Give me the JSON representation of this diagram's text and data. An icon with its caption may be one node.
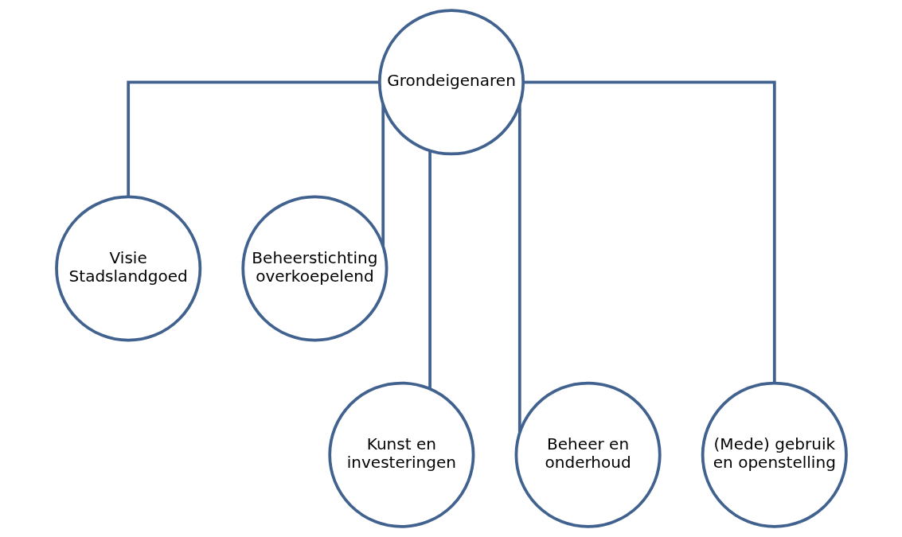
{
  "diagram": {
    "nodes": [
      {
        "text": [
          "Grondeigenaren"
        ]
      },
      {
        "text": [
          "Visie Stadslandgoed"
        ]
      },
      {
        "text": [
          "Beheerstichting overkoepelend"
        ]
      },
      {
        "text": [
          "Kunst en investeringen"
        ]
      },
      {
        "text": [
          "Beheer en onderhoud"
        ]
      },
      {
        "text": [
          "(Mede) gebruik en openstelling"
        ]
      }
    ],
    "edges": [
      {
        "from": 0,
        "to": 1,
        "arrow": "none"
      },
      {
        "from": 0,
        "to": 2,
        "arrow": "none"
      },
      {
        "from": 0,
        "to": 3,
        "arrow": "none"
      },
      {
        "from": 0,
        "to": 4,
        "arrow": "none"
      },
      {
        "from": 0,
        "to": 5,
        "arrow": "none"
      }
    ]
  }
}
